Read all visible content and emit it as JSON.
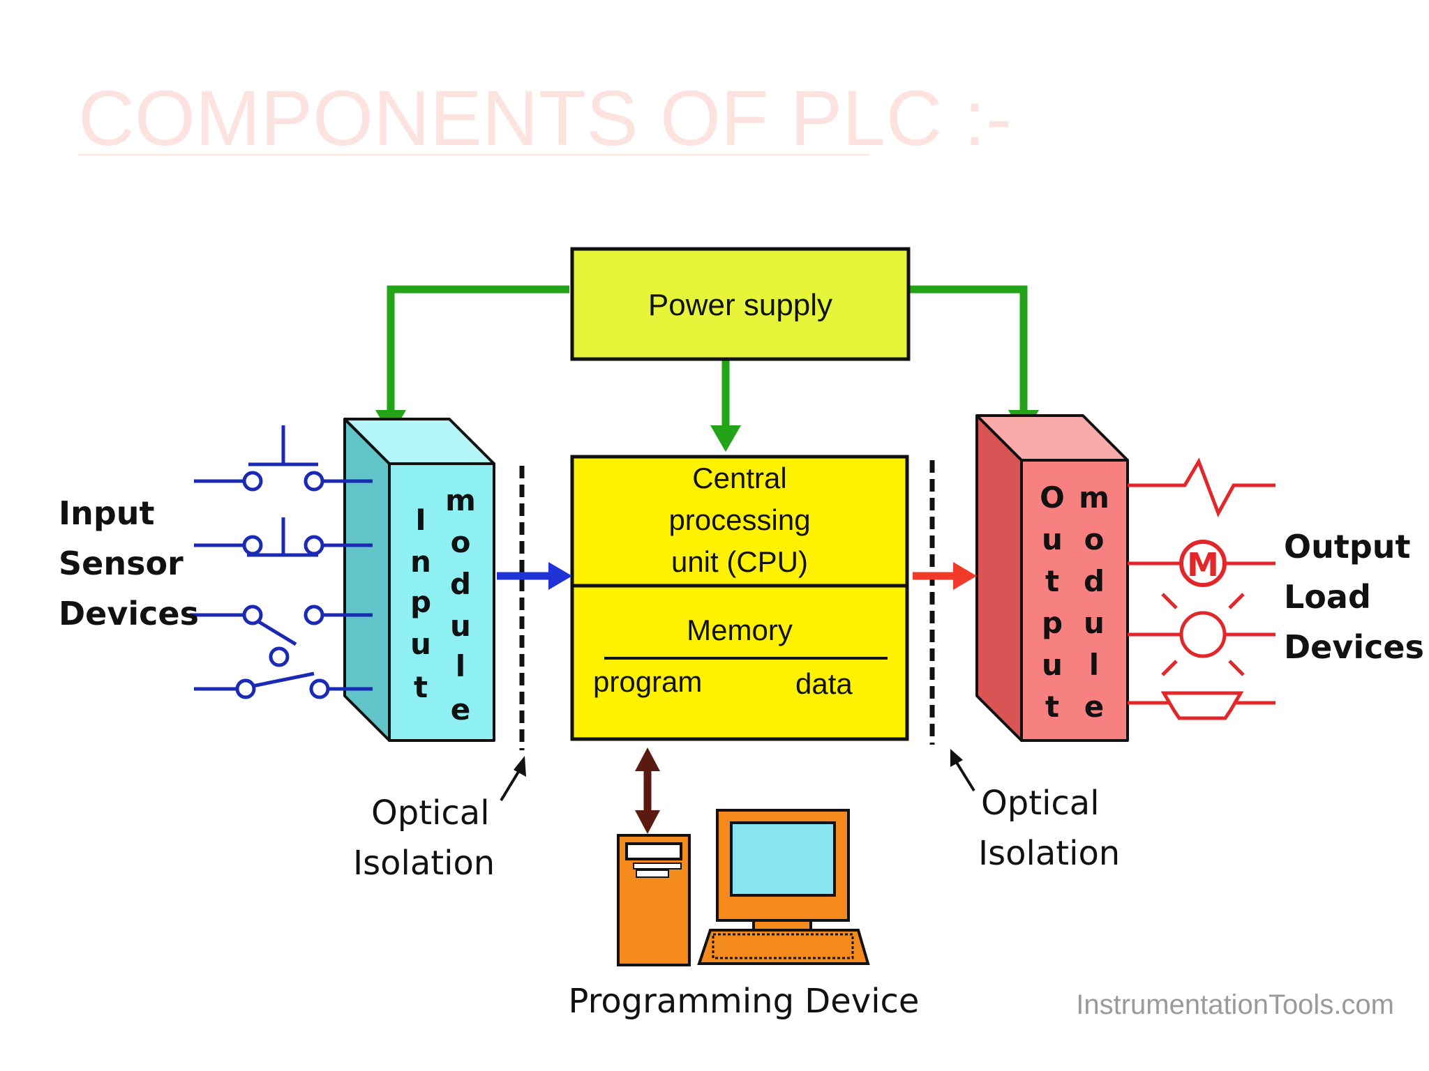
{
  "slide": {
    "title": "COMPONENTS OF PLC :-",
    "title_color": "#fde3df"
  },
  "power_supply": {
    "label": "Power supply"
  },
  "cpu": {
    "label_lines": [
      "Central",
      "processing",
      "unit (CPU)"
    ],
    "memory_label": "Memory",
    "program_label": "program",
    "data_label": "data"
  },
  "input_module": {
    "letters_word": [
      "I",
      "n",
      "p",
      "u",
      "t"
    ],
    "letters_module": [
      "m",
      "o",
      "d",
      "u",
      "l",
      "e"
    ]
  },
  "output_module": {
    "letters_word": [
      "O",
      "u",
      "t",
      "p",
      "u",
      "t"
    ],
    "letters_module": [
      "m",
      "o",
      "d",
      "u",
      "l",
      "e"
    ]
  },
  "input_devices": {
    "lines": [
      "Input",
      "Sensor",
      "Devices"
    ]
  },
  "output_devices": {
    "lines": [
      "Output",
      "Load",
      "Devices"
    ]
  },
  "optical_left": {
    "lines": [
      "Optical",
      "Isolation"
    ]
  },
  "optical_right": {
    "lines": [
      "Optical",
      "Isolation"
    ]
  },
  "programming_device": {
    "label": "Programming Device"
  },
  "motor_symbol": {
    "letter": "M"
  },
  "watermark": {
    "text": "InstrumentationTools.com"
  },
  "colors": {
    "power_supply_fill": "#e6f53a",
    "cpu_fill": "#fff200",
    "input_module_fill": "#8ff0f4",
    "output_module_fill": "#f78181",
    "power_line": "#22a318",
    "input_signal": "#1f33d6",
    "output_signal": "#f23a2a",
    "input_wiring": "#1a2ab5",
    "output_wiring": "#e3262a",
    "prog_arrow": "#5a1a10",
    "computer": "#f58a1c",
    "screen": "#87e6f2"
  }
}
